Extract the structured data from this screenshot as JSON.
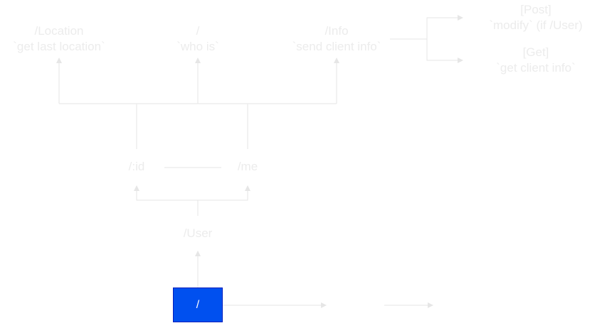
{
  "diagram": {
    "root": {
      "label": "/"
    },
    "user": {
      "label": "/User"
    },
    "id": {
      "label": "/:id"
    },
    "me": {
      "label": "/me"
    },
    "location": {
      "path": "/Location",
      "desc": "`get last location`"
    },
    "whois": {
      "path": "/",
      "desc": "`who is`"
    },
    "info": {
      "path": "/Info",
      "desc": "`send client info`"
    },
    "post": {
      "method": "[Post]",
      "desc": "`modify` (if /User)"
    },
    "get": {
      "method": "[Get]",
      "desc": "`get client info`"
    }
  },
  "colors": {
    "root_fill": "#0050ef",
    "root_border": "#001dbc",
    "root_text": "#ffffff",
    "faded_text": "#ececec",
    "faded_line": "#e6e6e6"
  }
}
